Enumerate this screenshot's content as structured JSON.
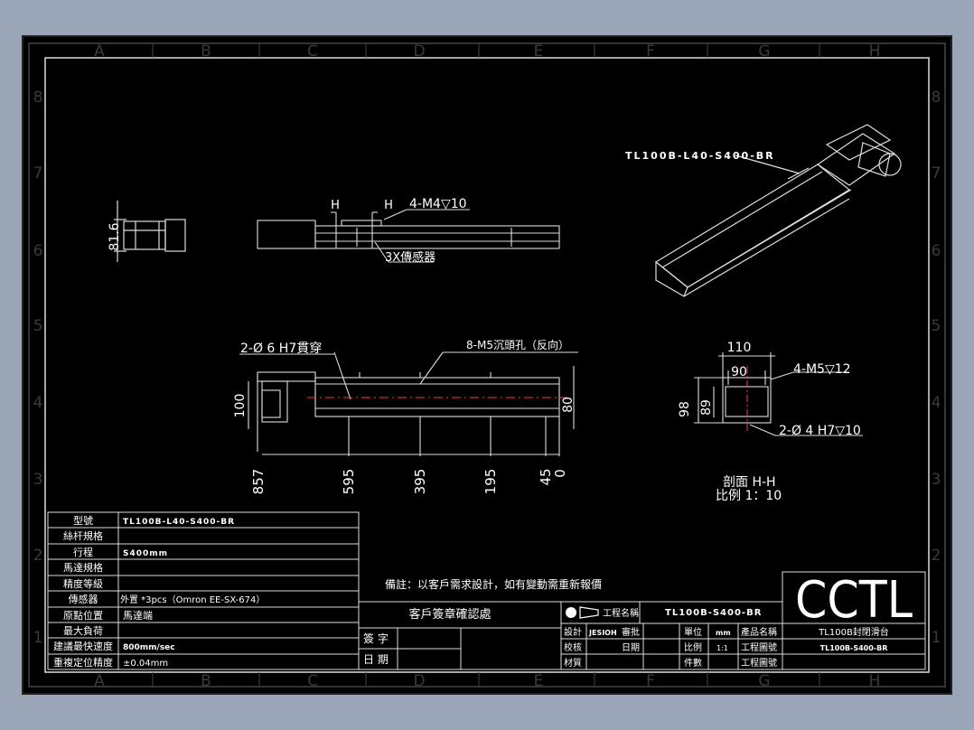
{
  "colors": {
    "background": "#9aa6b8",
    "sheet": "#000000",
    "line": "#ffffff",
    "center_line": "#ff3b3b",
    "grid_label": "#3a3a3a"
  },
  "border": {
    "columns": [
      "A",
      "B",
      "C",
      "D",
      "E",
      "F",
      "G",
      "H"
    ],
    "rows": [
      "8",
      "7",
      "6",
      "5",
      "4",
      "3",
      "2",
      "1"
    ]
  },
  "annotations": {
    "iso_model": "TL100B-L40-S400-BR",
    "top_height": "81.6",
    "section_h_left": "H",
    "section_h_right": "H",
    "top_holes": "4-M4▽10",
    "sensors": "3X傳感器",
    "through_hole": "2-Ø 6  H7貫穿",
    "counterbore": "8-M5沉頭孔（反向）",
    "dim_100": "100",
    "dim_80": "80",
    "ticks": [
      "857",
      "595",
      "395",
      "195",
      "45",
      "0"
    ],
    "sec_110": "110",
    "sec_90": "90",
    "sec_m5": "4-M5▽12",
    "sec_98": "98",
    "sec_89": "89",
    "sec_pin": "2-Ø 4  H7▽10",
    "section_title": "剖面 H-H",
    "section_scale": "比例 1：10",
    "note": "備註：以客戶需求設計，如有變動需重新報價"
  },
  "spec_table": {
    "rows": [
      {
        "label": "型號",
        "value": "TL100B-L40-S400-BR"
      },
      {
        "label": "絲杆規格",
        "value": ""
      },
      {
        "label": "行程",
        "value": "S400mm"
      },
      {
        "label": "馬達規格",
        "value": ""
      },
      {
        "label": "精度等級",
        "value": ""
      },
      {
        "label": "傳感器",
        "value": "外置 *3pcs（Omron EE-SX-674）"
      },
      {
        "label": "原點位置",
        "value": "馬達端"
      },
      {
        "label": "最大負荷",
        "value": ""
      },
      {
        "label": "建議最快速度",
        "value": "800mm/sec"
      },
      {
        "label": "重複定位精度",
        "value": "±0.04mm"
      }
    ]
  },
  "confirm_box": {
    "title": "客戶簽章確認處",
    "sign_label": "簽  字",
    "date_label": "日  期"
  },
  "title_block": {
    "logo": "CCTL",
    "view_label": "工程名稱",
    "drawing_no": "TL100B-S400-BR",
    "design_label": "設計",
    "design_value": "JESIOH",
    "approve_label": "審批",
    "check_label": "校核",
    "date_label": "日期",
    "material_label": "材質",
    "unit_label": "單位",
    "unit_value": "mm",
    "scale_label": "比例",
    "scale_value": "1:1",
    "qty_label": "件數",
    "product_name_label": "產品名稱",
    "product_name_value": "TL100B封閉滑台",
    "drawing_code_label": "工程圖號",
    "drawing_code_value": "TL100B-S400-BR",
    "drawing_label": "工程圖號"
  }
}
